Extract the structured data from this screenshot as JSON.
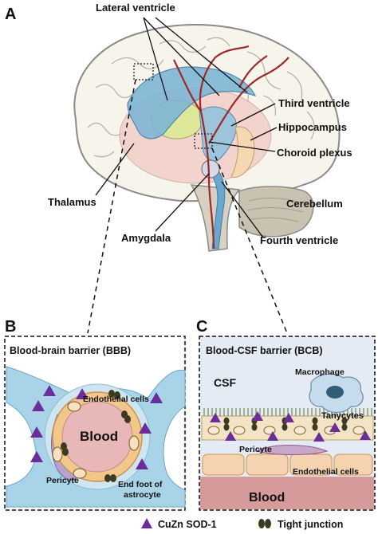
{
  "panel_a": {
    "letter": "A",
    "labels": {
      "lateral_ventricle": "Lateral ventricle",
      "third_ventricle": "Third ventricle",
      "hippocampus": "Hippocampus",
      "choroid_plexus": "Choroid plexus",
      "thalamus": "Thalamus",
      "cerebellum": "Cerebellum",
      "amygdala": "Amygdala",
      "fourth_ventricle": "Fourth ventricle"
    }
  },
  "panel_b": {
    "letter": "B",
    "title": "Blood-brain barrier (BBB)",
    "labels": {
      "endothelial_cells": "Endothelial cells",
      "blood": "Blood",
      "pericyte": "Pericyte",
      "end_foot_line1": "End foot of",
      "end_foot_line2": "astrocyte"
    }
  },
  "panel_c": {
    "letter": "C",
    "title": "Blood-CSF barrier (BCB)",
    "labels": {
      "csf": "CSF",
      "macrophage": "Macrophage",
      "tanycytes": "Tanycytes",
      "pericyte": "Pericyte",
      "endothelial_cells": "Endothelial cells",
      "blood": "Blood"
    }
  },
  "legend": {
    "cuzn_sod1": "CuZn SOD-1",
    "tight_junction": "Tight junction"
  },
  "colors": {
    "triangle": "#6a2d9a",
    "junction": "#3d3a22",
    "ventricle": "#7fb6d6",
    "vessel": "#9b2a2a",
    "brain_outline": "#8a8a8a",
    "cerebellum": "#c9c2b0",
    "astrocyte": "#a9d4e8",
    "endothelial": "#f2c88a",
    "blood": "#e8b7b7"
  }
}
